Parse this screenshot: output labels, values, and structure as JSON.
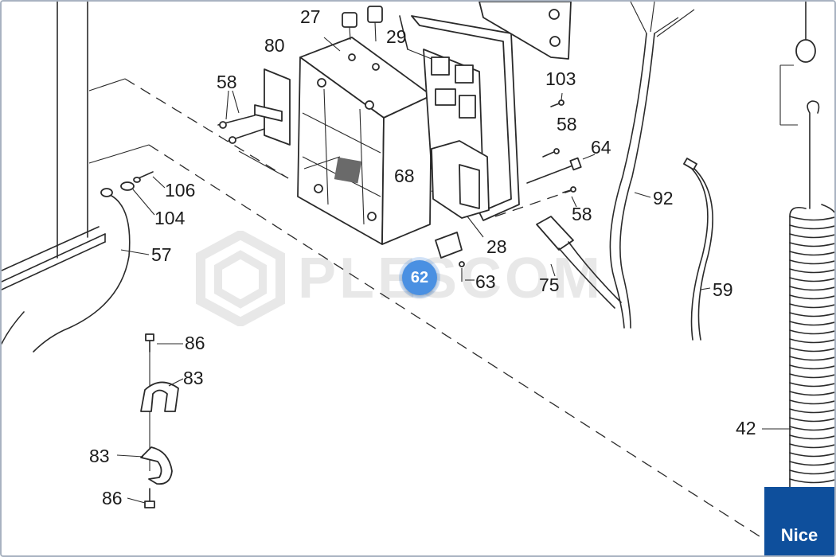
{
  "diagram": {
    "callouts": {
      "c27": "27",
      "c80": "80",
      "c29": "29",
      "c103": "103",
      "c58a": "58",
      "c58b": "58",
      "c58c": "58",
      "c64": "64",
      "c92": "92",
      "c106": "106",
      "c104": "104",
      "c68": "68",
      "c57": "57",
      "c28": "28",
      "c63": "63",
      "c75": "75",
      "c59": "59",
      "c86a": "86",
      "c83a": "83",
      "c83b": "83",
      "c86b": "86",
      "c42": "42"
    },
    "hotspot_badge": "62"
  },
  "watermark": {
    "text": "PLESCOM"
  },
  "brand": {
    "label": "Nice",
    "color": "#0e4f9c"
  },
  "accent": "#4a90e2"
}
